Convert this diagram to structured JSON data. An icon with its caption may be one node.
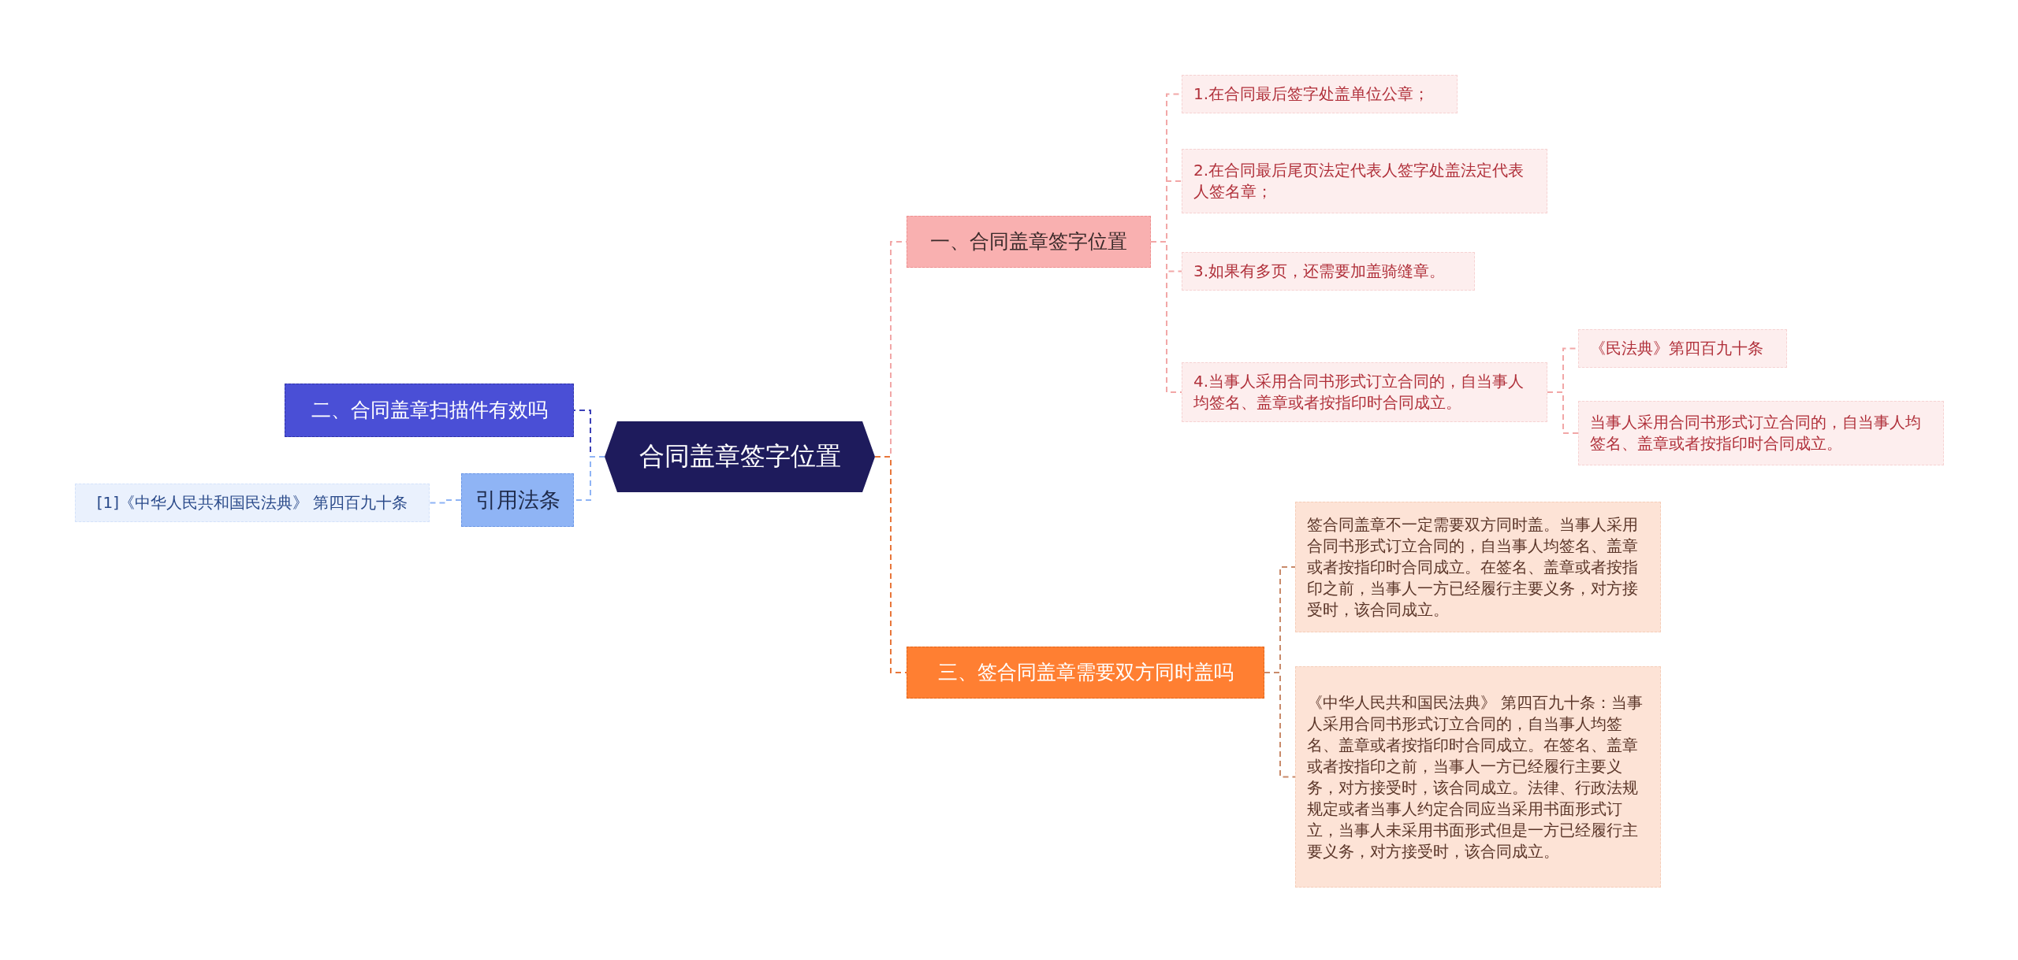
{
  "diagram": {
    "nodes": [
      {
        "text": [
          "合同盖章签字位置"
        ]
      },
      {
        "text": [
          "一、合同盖章签字位置"
        ]
      },
      {
        "text": [
          "1.在合同最后签字处盖单位公章；"
        ]
      },
      {
        "text": [
          "2.在合同最后尾页法定代表人签字处盖法定代表人签名章；"
        ]
      },
      {
        "text": [
          "3.如果有多页，还需要加盖骑缝章。"
        ]
      },
      {
        "text": [
          "4.当事人采用合同书形式订立合同的，自当事人均签名、盖章或者按指印时合同成立。"
        ]
      },
      {
        "text": [
          "《民法典》第四百九十条"
        ]
      },
      {
        "text": [
          "当事人采用合同书形式订立合同的，自当事人均签名、盖章或者按指印时合同成立。"
        ]
      },
      {
        "text": [
          "三、签合同盖章需要双方同时盖吗"
        ]
      },
      {
        "text": [
          "签合同盖章不一定需要双方同时盖。当事人采用合同书形式订立合同的，自当事人均签名、盖章或者按指印时合同成立。在签名、盖章或者按指印之前，当事人一方已经履行主要义务，对方接受时，该合同成立。"
        ]
      },
      {
        "text": [
          "《中华人民共和国民法典》 第四百九十条：当事人采用合同书形式订立合同的，自当事人均签名、盖章或者按指印时合同成立。在签名、盖章或者按指印之前，当事人一方已经履行主要义务，对方接受时，该合同成立。法律、行政法规规定或者当事人约定合同应当采用书面形式订立，当事人未采用书面形式但是一方已经履行主要义务，对方接受时，该合同成立。"
        ]
      },
      {
        "text": [
          "二、合同盖章扫描件有效吗"
        ]
      },
      {
        "text": [
          "引用法条"
        ]
      },
      {
        "text": [
          "[1]《中华人民共和国民法典》 第四百九十条"
        ]
      }
    ],
    "edges": [
      {
        "from": 0,
        "to": 1,
        "arrow": "none",
        "style": "dashed",
        "color": "#f2a7a7"
      },
      {
        "from": 1,
        "to": 2,
        "arrow": "none",
        "style": "dashed",
        "color": "#f2a7a7"
      },
      {
        "from": 1,
        "to": 3,
        "arrow": "none",
        "style": "dashed",
        "color": "#f2a7a7"
      },
      {
        "from": 1,
        "to": 4,
        "arrow": "none",
        "style": "dashed",
        "color": "#f2a7a7"
      },
      {
        "from": 1,
        "to": 5,
        "arrow": "none",
        "style": "dashed",
        "color": "#f2a7a7"
      },
      {
        "from": 5,
        "to": 6,
        "arrow": "none",
        "style": "dashed",
        "color": "#f2a7a7"
      },
      {
        "from": 5,
        "to": 7,
        "arrow": "none",
        "style": "dashed",
        "color": "#f2a7a7"
      },
      {
        "from": 0,
        "to": 8,
        "arrow": "none",
        "style": "dashed",
        "color": "#e8763a"
      },
      {
        "from": 8,
        "to": 9,
        "arrow": "none",
        "style": "dashed",
        "color": "#c98a6a"
      },
      {
        "from": 8,
        "to": 10,
        "arrow": "none",
        "style": "dashed",
        "color": "#c98a6a"
      },
      {
        "from": 0,
        "to": 11,
        "arrow": "none",
        "style": "dashed",
        "color": "#3b40b8"
      },
      {
        "from": 0,
        "to": 12,
        "arrow": "none",
        "style": "dashed",
        "color": "#8fb4f5"
      },
      {
        "from": 12,
        "to": 13,
        "arrow": "none",
        "style": "dashed",
        "color": "#8fb4f5"
      }
    ]
  }
}
